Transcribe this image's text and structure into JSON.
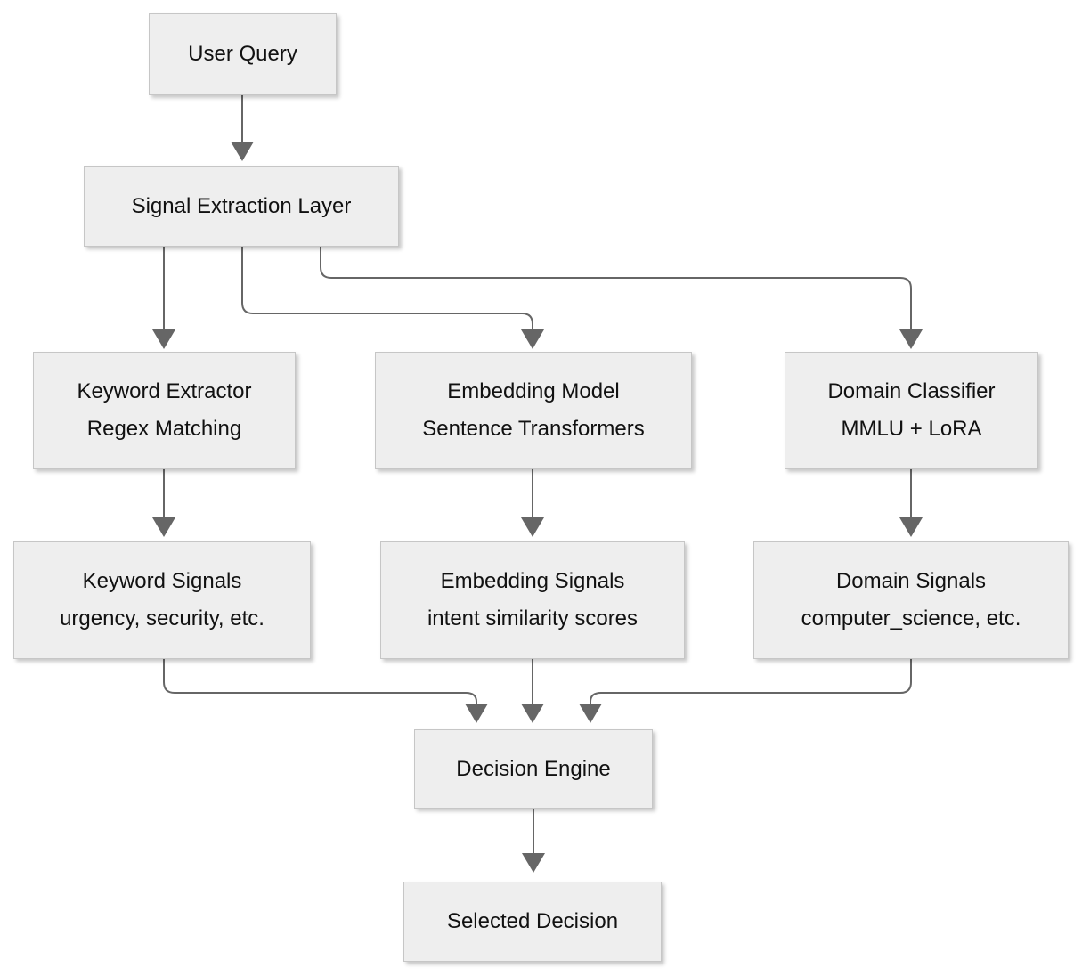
{
  "diagram": {
    "nodes": {
      "user_query": {
        "label": "User Query"
      },
      "signal_extraction_layer": {
        "label": "Signal Extraction Layer"
      },
      "keyword_extractor": {
        "label": "Keyword Extractor",
        "sublabel": "Regex Matching"
      },
      "embedding_model": {
        "label": "Embedding Model",
        "sublabel": "Sentence Transformers"
      },
      "domain_classifier": {
        "label": "Domain Classifier",
        "sublabel": "MMLU + LoRA"
      },
      "keyword_signals": {
        "label": "Keyword Signals",
        "sublabel": "urgency, security, etc."
      },
      "embedding_signals": {
        "label": "Embedding Signals",
        "sublabel": "intent similarity scores"
      },
      "domain_signals": {
        "label": "Domain Signals",
        "sublabel": "computer_science, etc."
      },
      "decision_engine": {
        "label": "Decision Engine"
      },
      "selected_decision": {
        "label": "Selected Decision"
      }
    },
    "edges": [
      {
        "from": "user_query",
        "to": "signal_extraction_layer"
      },
      {
        "from": "signal_extraction_layer",
        "to": "keyword_extractor"
      },
      {
        "from": "signal_extraction_layer",
        "to": "embedding_model"
      },
      {
        "from": "signal_extraction_layer",
        "to": "domain_classifier"
      },
      {
        "from": "keyword_extractor",
        "to": "keyword_signals"
      },
      {
        "from": "embedding_model",
        "to": "embedding_signals"
      },
      {
        "from": "domain_classifier",
        "to": "domain_signals"
      },
      {
        "from": "keyword_signals",
        "to": "decision_engine"
      },
      {
        "from": "embedding_signals",
        "to": "decision_engine"
      },
      {
        "from": "domain_signals",
        "to": "decision_engine"
      },
      {
        "from": "decision_engine",
        "to": "selected_decision"
      }
    ],
    "colors": {
      "node_fill": "#eeeeee",
      "node_border": "#c6c6c6",
      "edge": "#666666",
      "text": "#111111",
      "background": "#ffffff"
    }
  }
}
